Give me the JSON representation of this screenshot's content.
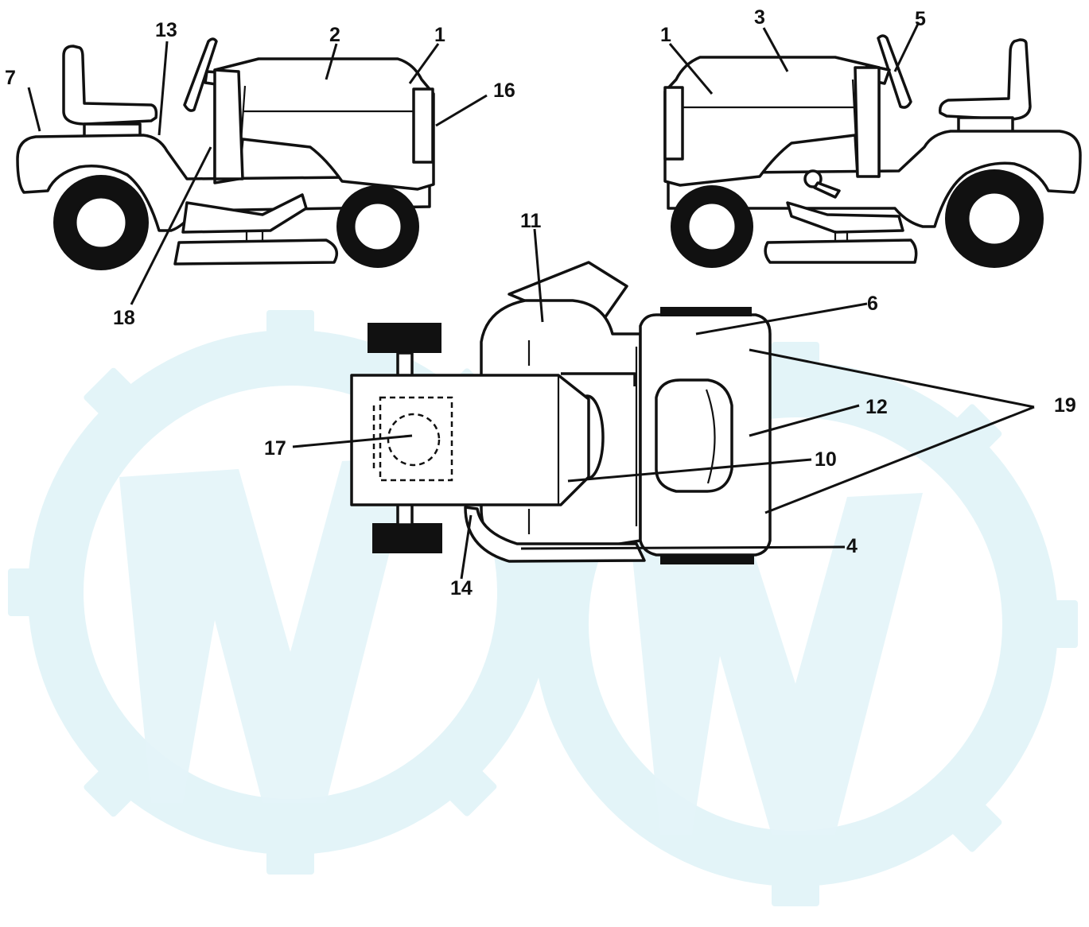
{
  "diagram": {
    "description_colors": {
      "watermark": "#e3f4f8",
      "line": "#111111",
      "background": "#ffffff"
    },
    "callouts": {
      "left_7": "7",
      "left_13": "13",
      "left_2": "2",
      "left_1": "1",
      "left_16": "16",
      "left_18": "18",
      "right_1": "1",
      "right_3": "3",
      "right_5": "5",
      "top_11": "11",
      "top_6": "6",
      "top_19": "19",
      "top_12": "12",
      "top_17": "17",
      "top_10": "10",
      "top_4": "4",
      "top_14": "14"
    }
  }
}
